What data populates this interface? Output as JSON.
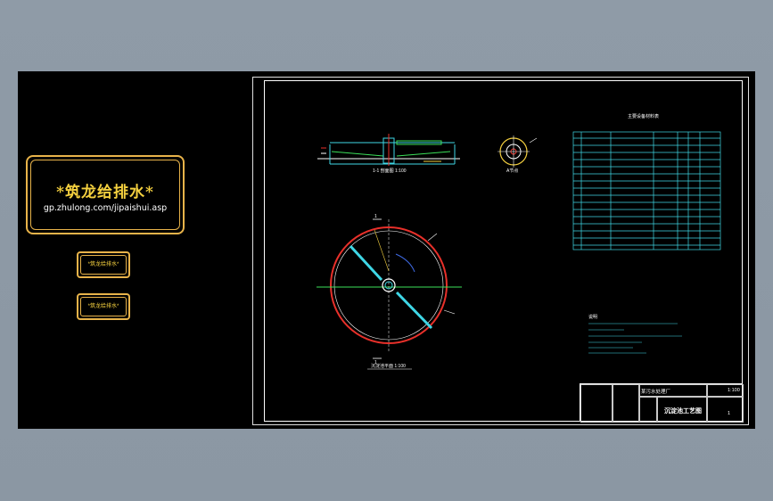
{
  "left_panel": {
    "badge_title": "*筑龙给排水*",
    "badge_url": "gp.zhulong.com/jipaishui.asp",
    "button_top_label": "*筑龙给排水*",
    "button_bottom_label": "*筑龙给排水*"
  },
  "drawing": {
    "section_label": "1-1 剖面图 1:100",
    "detail_label": "A节点",
    "plan_label": "沉淀池平面 1:100",
    "north_tag_1": "1",
    "north_tag_2": "1",
    "table_heading": "主要设备材料表",
    "notes_heading": "说明"
  },
  "title_block": {
    "project": "某污水处理厂",
    "drawing_name": "沉淀池工艺图",
    "scale": "1:100",
    "sheet": "1"
  },
  "colors": {
    "background": "#000000",
    "frame": "#ffffff",
    "accent": "#e8b34a",
    "cad_red": "#e8302a",
    "cad_cyan": "#3fd7e6",
    "cad_green": "#3ce05a"
  }
}
